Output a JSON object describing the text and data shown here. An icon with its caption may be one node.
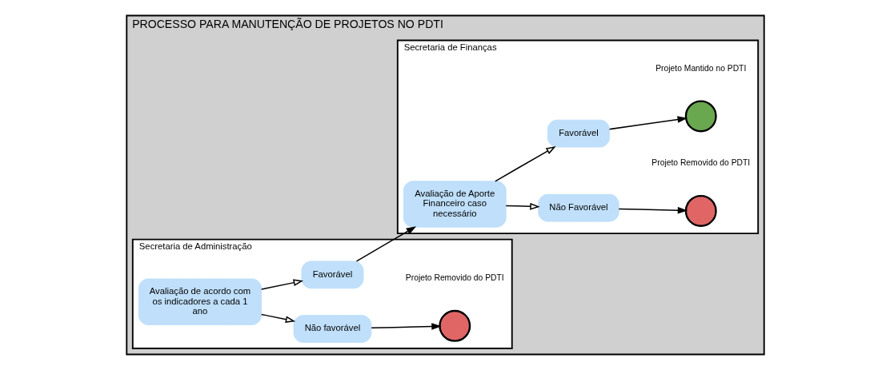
{
  "diagram": {
    "nodes": [
      {
        "text": [
          "PROCESSO PARA MANUTENÇÃO DE PROJETOS NO PDTI"
        ]
      },
      {
        "text": [
          "Secretaria de Administração"
        ],
        "in": 0
      },
      {
        "text": [
          "Secretaria de Finanças"
        ],
        "in": 0
      },
      {
        "text": [
          "Avaliação de acordo com os indicadores a cada 1 ano"
        ],
        "in": 1
      },
      {
        "text": [
          "Não favorável"
        ],
        "in": 1
      },
      {
        "text": [
          "Favorável"
        ],
        "in": 1
      },
      {
        "text": [],
        "shape": "circle",
        "in": 1,
        "beside": [
          "Projeto Removido do PDTI"
        ]
      },
      {
        "text": [
          "Avaliação de Aporte Financeiro caso necessário"
        ],
        "in": 2
      },
      {
        "text": [
          "Não Favorável"
        ],
        "in": 2
      },
      {
        "text": [
          "Favorável"
        ],
        "in": 2
      },
      {
        "text": [],
        "shape": "circle",
        "in": 2,
        "beside": [
          "Projeto Removido do PDTI"
        ]
      },
      {
        "text": [],
        "shape": "circle",
        "in": 2,
        "beside": [
          "Projeto Mantido no PDTI"
        ]
      }
    ],
    "edges": [
      {
        "from": 3,
        "to": 4,
        "arrow": "to"
      },
      {
        "from": 3,
        "to": 5,
        "arrow": "to"
      },
      {
        "from": 4,
        "to": 6,
        "arrow": "to"
      },
      {
        "from": 5,
        "to": 7,
        "arrow": "to"
      },
      {
        "from": 7,
        "to": 8,
        "arrow": "to"
      },
      {
        "from": 7,
        "to": 9,
        "arrow": "to"
      },
      {
        "from": 8,
        "to": 10,
        "arrow": "to"
      },
      {
        "from": 9,
        "to": 11,
        "arrow": "to"
      }
    ]
  }
}
